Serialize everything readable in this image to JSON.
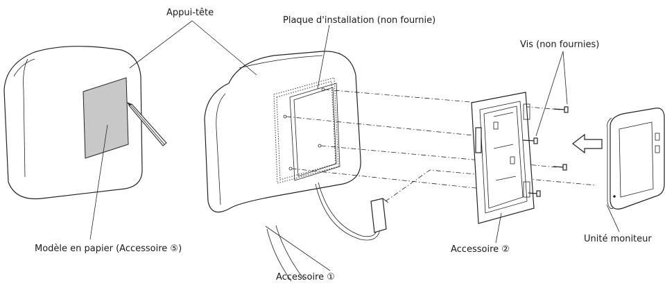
{
  "labels": {
    "headrest": "Appui-tête",
    "mounting_plate": "Plaque d'installation (non fournie)",
    "screws": "Vis (non fournies)",
    "paper_template": "Modèle en papier (Accessoire ⑤)",
    "accessory_1": "Accessoire ①",
    "accessory_2": "Accessoire ②",
    "monitor_unit": "Unité moniteur"
  },
  "colors": {
    "template_fill": "#c8c8c8",
    "line": "#222222",
    "background": "#ffffff"
  }
}
